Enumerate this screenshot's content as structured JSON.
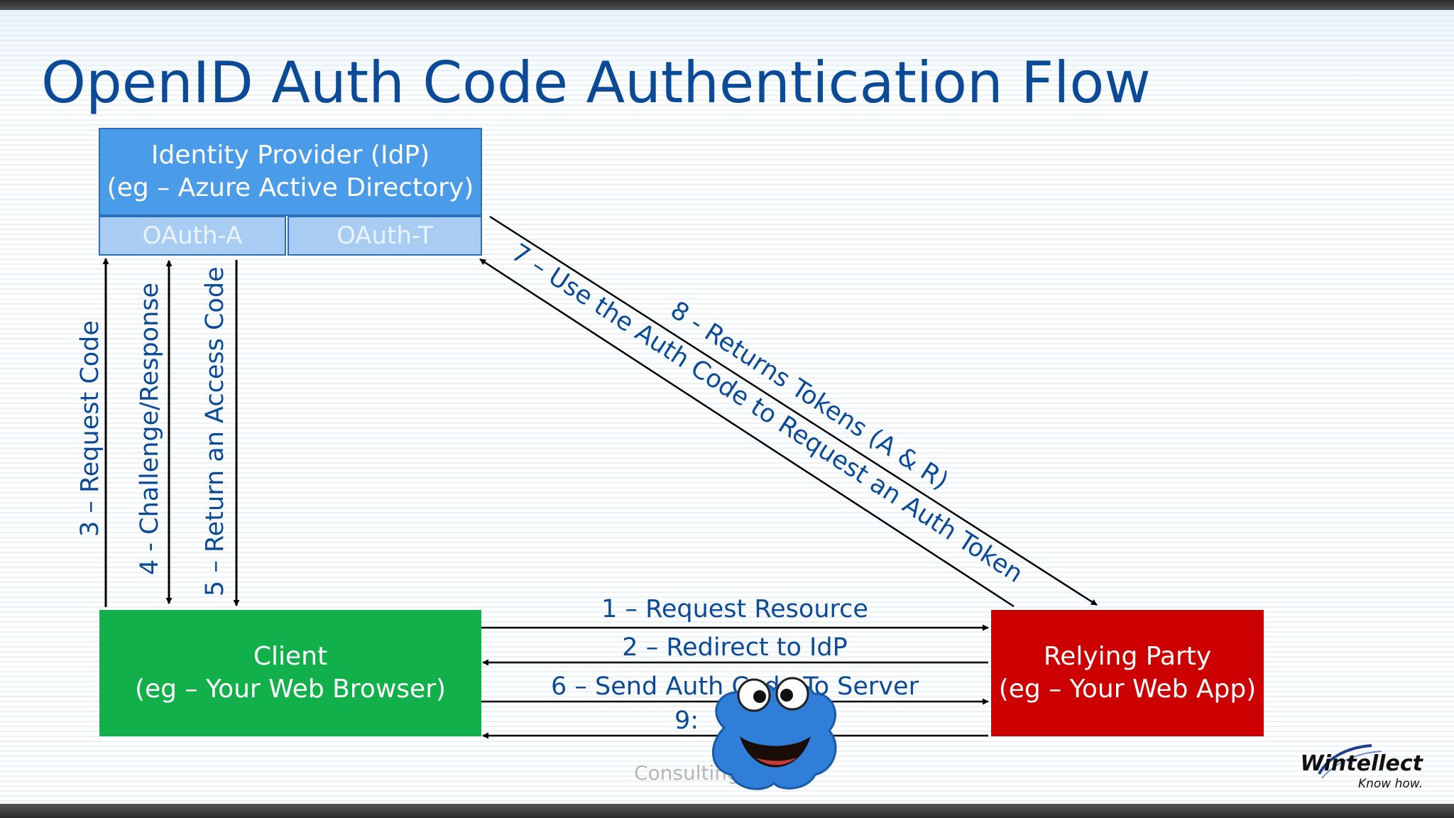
{
  "title": "OpenID Auth Code Authentication Flow",
  "idp": {
    "line1": "Identity Provider (IdP)",
    "line2": "(eg – Azure Active Directory)"
  },
  "oauth_a": "OAuth-A",
  "oauth_t": "OAuth-T",
  "client": {
    "line1": "Client",
    "line2": "(eg – Your Web Browser)"
  },
  "relying_party": {
    "line1": "Relying Party",
    "line2": "(eg – Your Web App)"
  },
  "steps": {
    "s1": "1 – Request Resource",
    "s2": "2 – Redirect to IdP",
    "s3": "3 – Request Code",
    "s4": "4 - Challenge/Response",
    "s5": "5 – Return an Access Code",
    "s6": "6 – Send Auth Code To Server",
    "s7": "7 – Use the Auth Code to Request an Auth Token",
    "s8": "8 - Returns Tokens (A & R)",
    "s9": "9:"
  },
  "watermark": "Consulting",
  "logo": {
    "name": "Wintellect",
    "tagline": "Know how."
  },
  "colors": {
    "idp": "#4a9be8",
    "oauth": "#a9cdf2",
    "client": "#12b04a",
    "relying_party": "#cc0000",
    "title": "#0b4a96"
  }
}
